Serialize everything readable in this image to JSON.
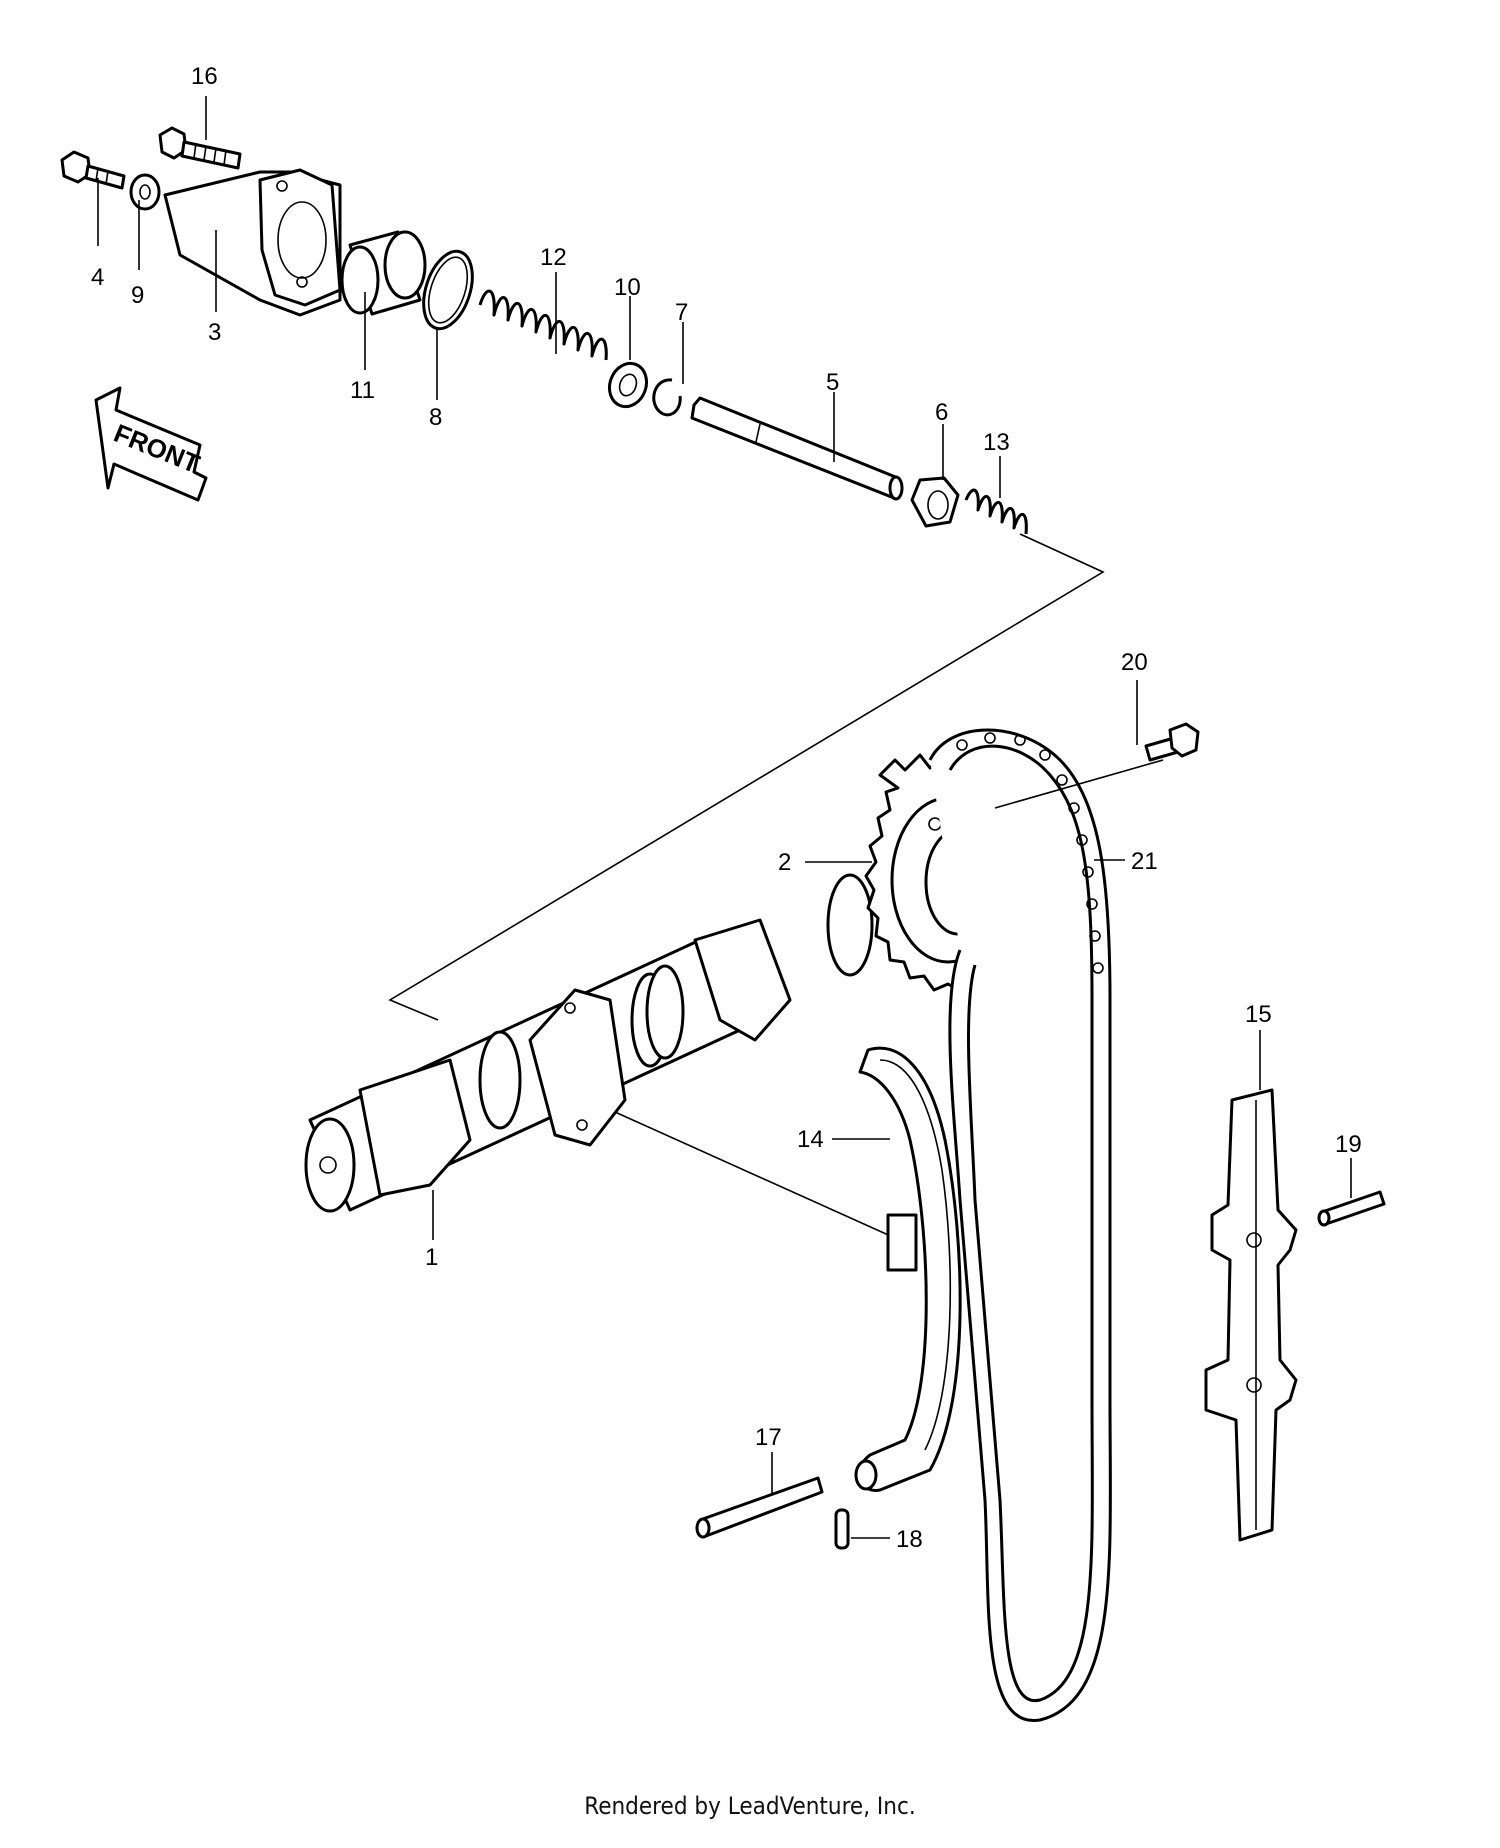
{
  "diagram": {
    "front_label": "FRONT",
    "footer": "Rendered by LeadVenture, Inc.",
    "callouts": {
      "c1": "1",
      "c2": "2",
      "c3": "3",
      "c4": "4",
      "c5": "5",
      "c6": "6",
      "c7": "7",
      "c8": "8",
      "c9": "9",
      "c10": "10",
      "c11": "11",
      "c12": "12",
      "c13": "13",
      "c14": "14",
      "c15": "15",
      "c16": "16",
      "c17": "17",
      "c18": "18",
      "c19": "19",
      "c20": "20",
      "c21": "21"
    }
  }
}
